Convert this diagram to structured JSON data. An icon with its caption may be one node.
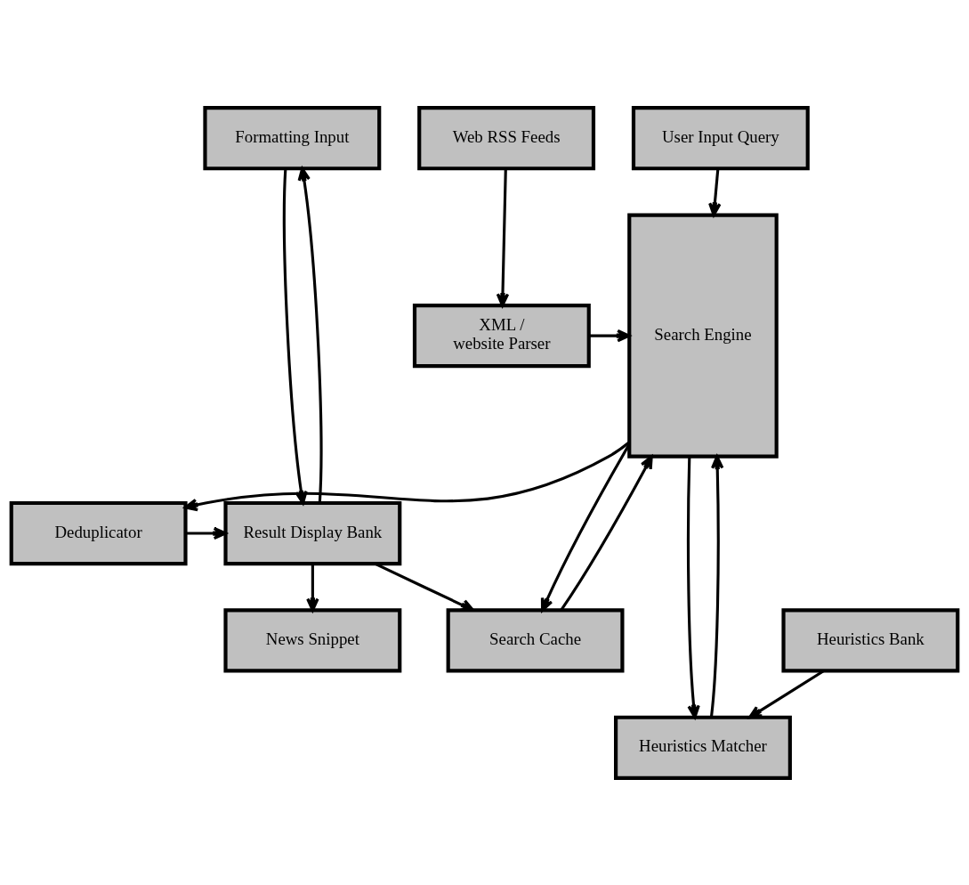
{
  "diagram": {
    "nodes": [
      {
        "text": [
          "User Input Query"
        ]
      },
      {
        "text": [
          "Web RSS Feeds"
        ]
      },
      {
        "text": [
          "Formatting Input"
        ]
      },
      {
        "text": [
          "Search Engine"
        ]
      },
      {
        "text": [
          "XML / website Parser"
        ]
      },
      {
        "text": [
          "Deduplicator"
        ]
      },
      {
        "text": [
          "Result Display Bank"
        ]
      },
      {
        "text": [
          "Heuristics Matcher"
        ]
      },
      {
        "text": [
          "Heuristics Bank"
        ]
      },
      {
        "text": [
          "Search Cache"
        ]
      },
      {
        "text": [
          "News Snippet"
        ]
      }
    ],
    "edges": [
      {
        "from": 0,
        "to": 3,
        "arrow": "to"
      },
      {
        "from": 1,
        "to": 4,
        "arrow": "to"
      },
      {
        "from": 4,
        "to": 3,
        "arrow": "to"
      },
      {
        "from": 6,
        "to": 2,
        "arrow": "to"
      },
      {
        "from": 2,
        "to": 6,
        "arrow": "to"
      },
      {
        "from": 3,
        "to": 5,
        "arrow": "to"
      },
      {
        "from": 5,
        "to": 6,
        "arrow": "to"
      },
      {
        "from": 3,
        "to": 7,
        "arrow": "to"
      },
      {
        "from": 7,
        "to": 3,
        "arrow": "to"
      },
      {
        "from": 8,
        "to": 7,
        "arrow": "to"
      },
      {
        "from": 3,
        "to": 9,
        "arrow": "to"
      },
      {
        "from": 9,
        "to": 3,
        "arrow": "to"
      },
      {
        "from": 6,
        "to": 9,
        "arrow": "to"
      },
      {
        "from": 6,
        "to": 10,
        "arrow": "to"
      }
    ]
  }
}
